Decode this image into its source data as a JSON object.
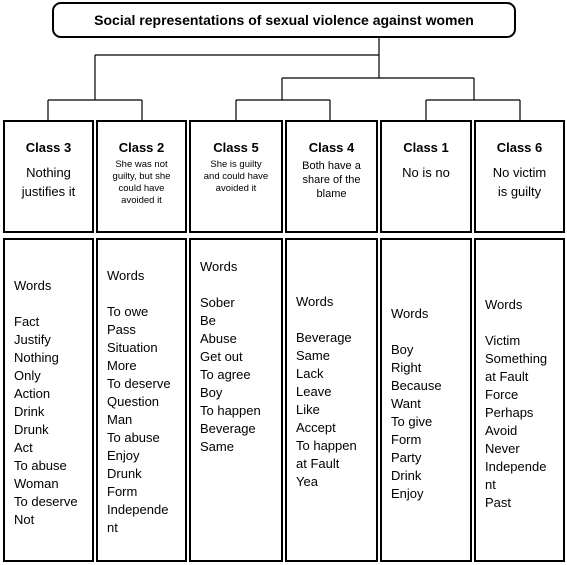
{
  "title": "Social representations of sexual violence against women",
  "classes": [
    {
      "label": "Class 3",
      "desc": [
        "Nothing",
        "justifies it"
      ],
      "words_label": "Words",
      "words": [
        "Fact",
        "Justify",
        "Nothing",
        "Only",
        "Action",
        "Drink",
        "Drunk",
        "Act",
        "To abuse",
        "Woman",
        "To deserve",
        "Not"
      ]
    },
    {
      "label": "Class 2",
      "desc": [
        "She was not",
        "guilty, but she",
        "could have",
        "avoided it"
      ],
      "words_label": "Words",
      "words": [
        "To owe",
        "Pass",
        "Situation",
        "More",
        "To deserve",
        "Question",
        "Man",
        "To abuse",
        "Enjoy",
        "Drunk",
        "Form",
        "Independe",
        "nt"
      ]
    },
    {
      "label": "Class 5",
      "desc": [
        "She is guilty",
        "and could have",
        "avoided it"
      ],
      "words_label": "Words",
      "words": [
        "Sober",
        "Be",
        "Abuse",
        "Get out",
        "To agree",
        "Boy",
        "To happen",
        "Beverage",
        "Same"
      ]
    },
    {
      "label": "Class 4",
      "desc": [
        "Both have a",
        "share of the",
        "blame"
      ],
      "words_label": "Words",
      "words": [
        "Beverage",
        "Same",
        "Lack",
        "Leave",
        "Like",
        "Accept",
        "To happen",
        "at Fault",
        "Yea"
      ]
    },
    {
      "label": "Class 1",
      "desc": [
        "No is no"
      ],
      "words_label": "Words",
      "words": [
        "Boy",
        "Right",
        "Because",
        "Want",
        "To give",
        "Form",
        "Party",
        "Drink",
        "Enjoy"
      ]
    },
    {
      "label": "Class 6",
      "desc": [
        "No victim",
        "is guilty"
      ],
      "words_label": "Words",
      "words": [
        "Victim",
        "Something",
        "at Fault",
        "Force",
        "Perhaps",
        "Avoid",
        "Never",
        "Independe",
        "nt",
        "Past"
      ]
    }
  ]
}
